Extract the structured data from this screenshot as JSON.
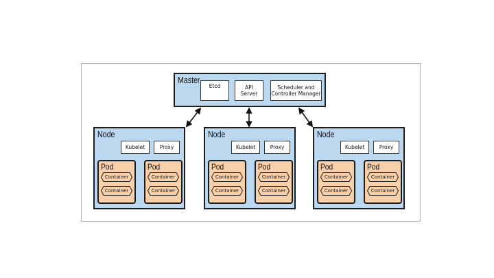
{
  "master": {
    "title": "Master",
    "components": [
      {
        "label": "Etcd"
      },
      {
        "label": "API\nServer"
      },
      {
        "label": "Scheduler and\nController Manager"
      }
    ]
  },
  "nodes": [
    {
      "title": "Node",
      "kubelet": "Kubelet",
      "proxy": "Proxy",
      "pods": [
        {
          "title": "Pod",
          "containers": [
            "Container",
            "Container"
          ]
        },
        {
          "title": "Pod",
          "containers": [
            "Container",
            "Container"
          ]
        }
      ]
    },
    {
      "title": "Node",
      "kubelet": "Kubelet",
      "proxy": "Proxy",
      "pods": [
        {
          "title": "Pod",
          "containers": [
            "Container",
            "Container"
          ]
        },
        {
          "title": "Pod",
          "containers": [
            "Container",
            "Container"
          ]
        }
      ]
    },
    {
      "title": "Node",
      "kubelet": "Kubelet",
      "proxy": "Proxy",
      "pods": [
        {
          "title": "Pod",
          "containers": [
            "Container",
            "Container"
          ]
        },
        {
          "title": "Pod",
          "containers": [
            "Container",
            "Container"
          ]
        }
      ]
    }
  ],
  "colors": {
    "box_fill": "#bcd8ee",
    "pod_fill": "#f7cfa8",
    "border": "#1c1c1c"
  }
}
